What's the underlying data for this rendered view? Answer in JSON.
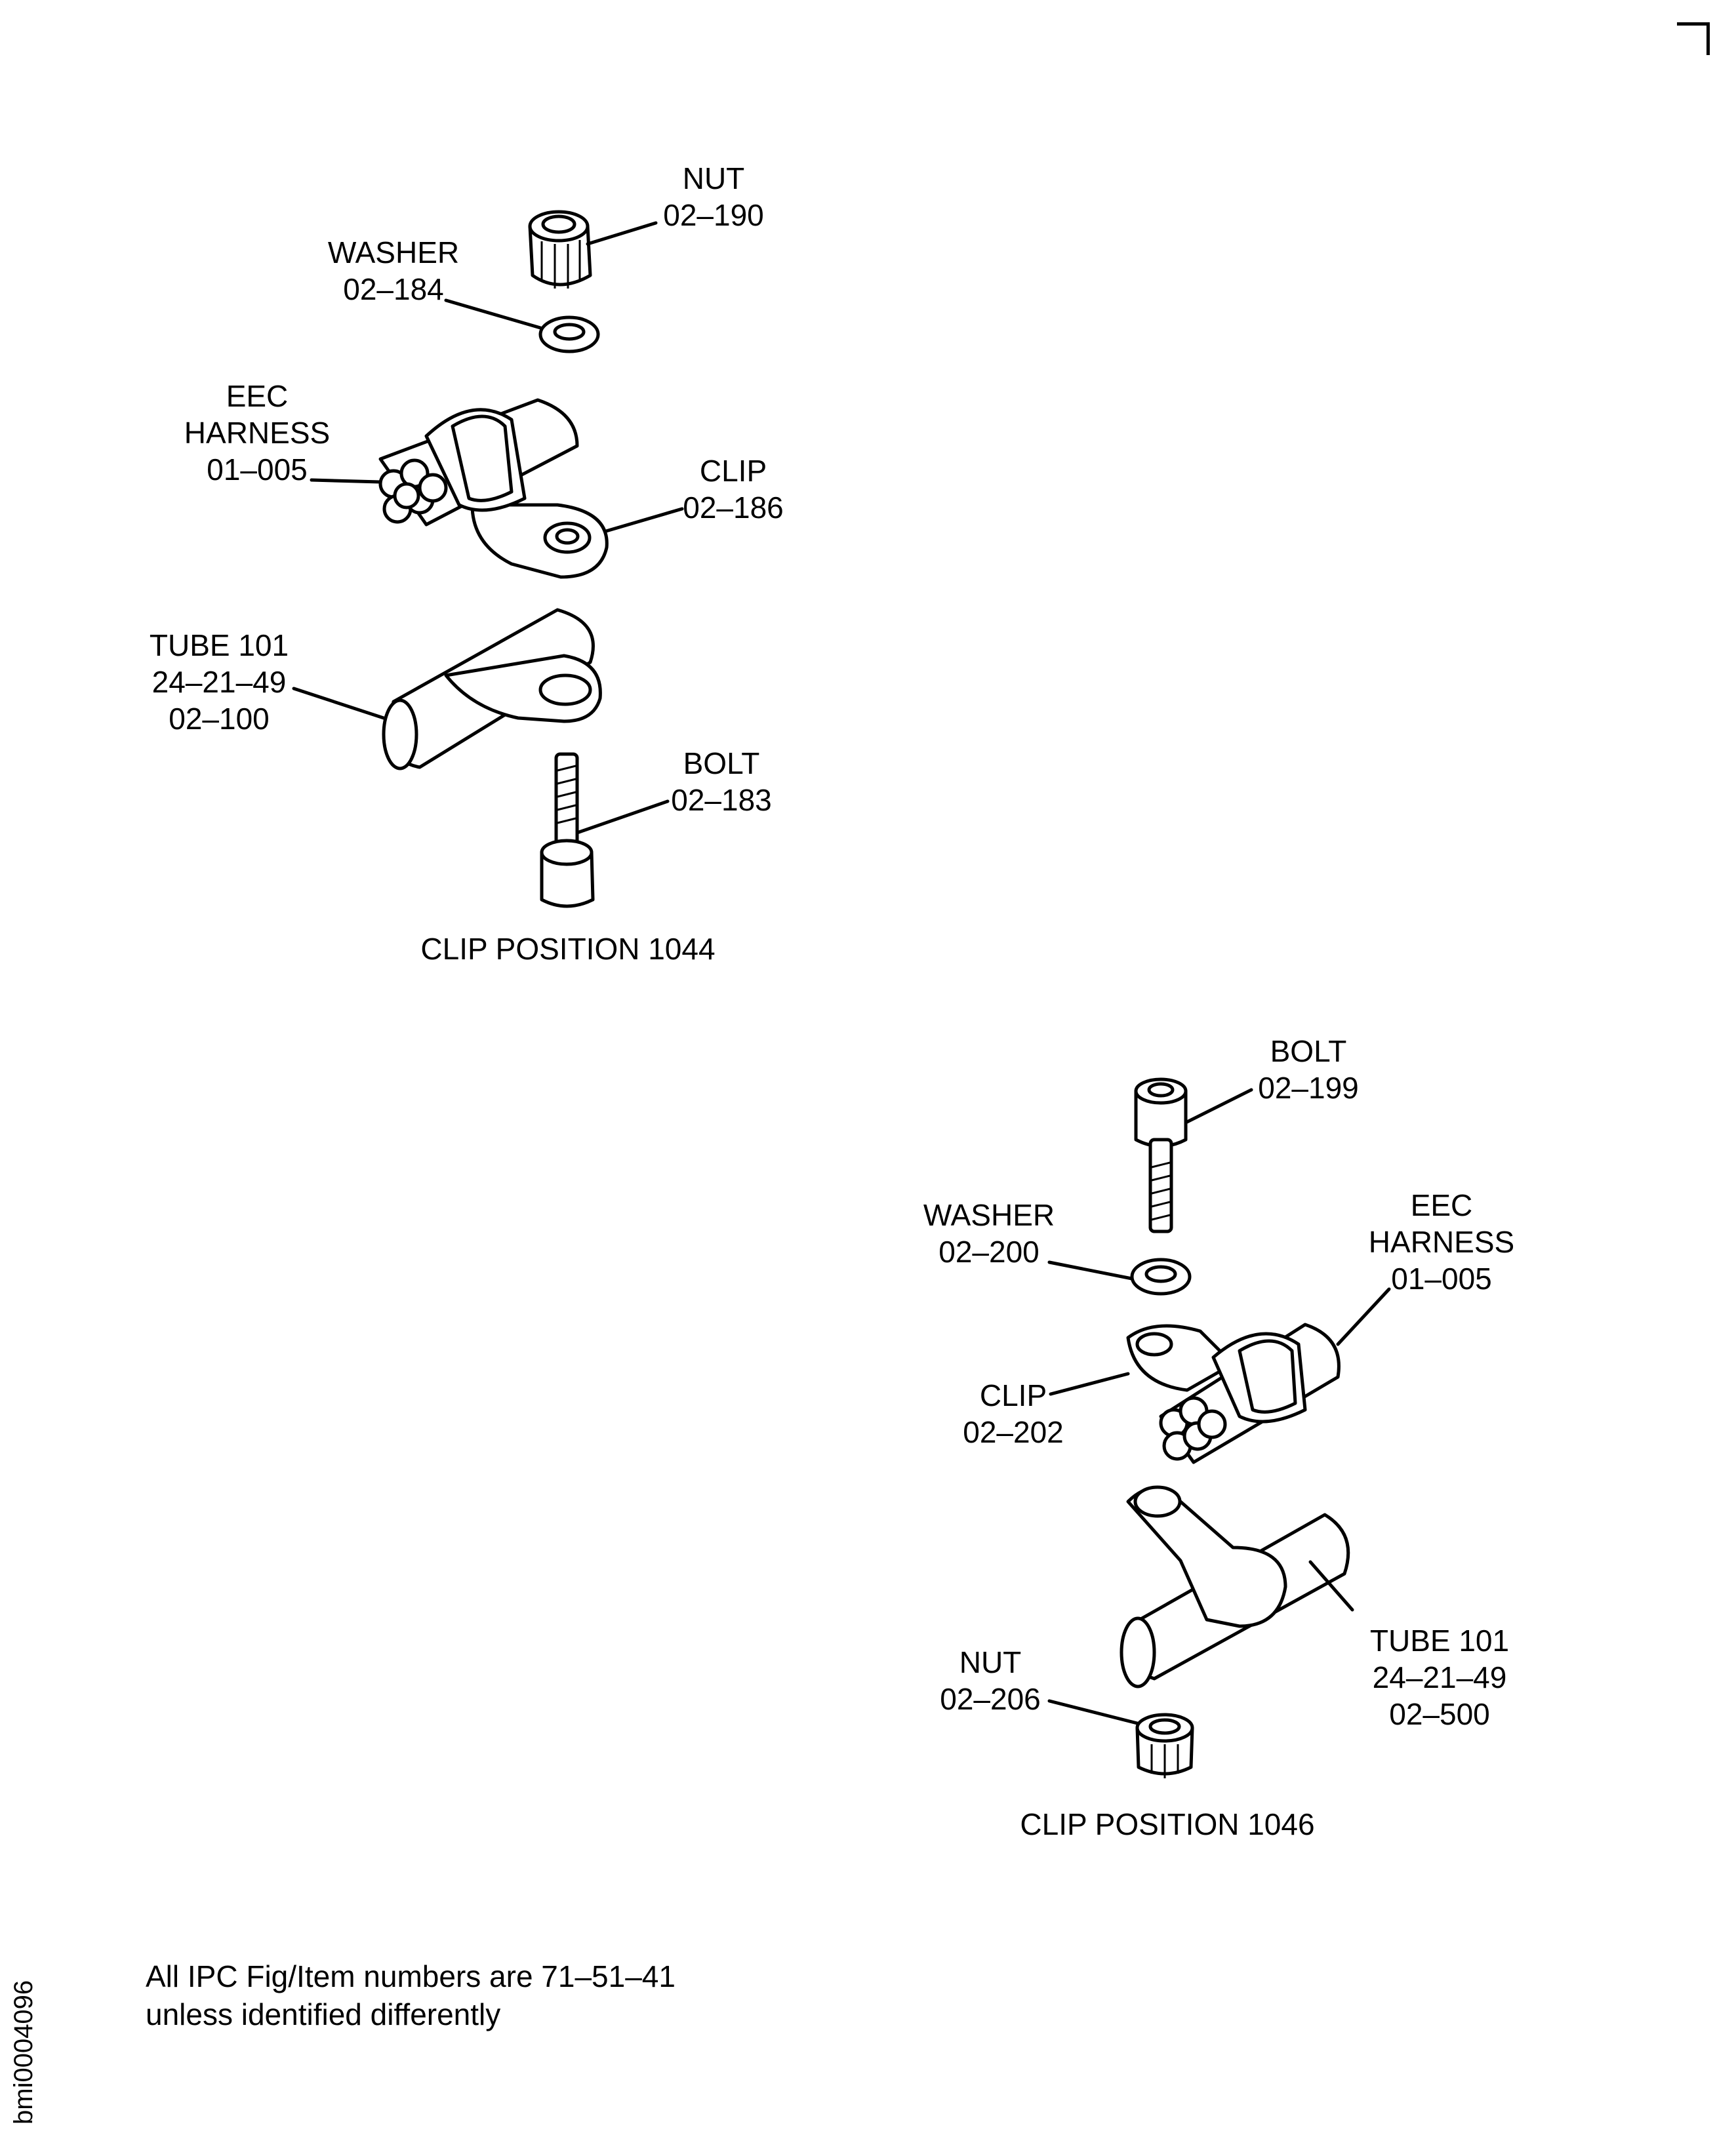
{
  "figure_id": "bmi0004096",
  "note": {
    "line1": "All IPC Fig/Item numbers are 71–51–41",
    "line2": "unless identified differently"
  },
  "position_1044": {
    "caption": "CLIP POSITION 1044",
    "nut": {
      "name": "NUT",
      "number": "02–190"
    },
    "washer": {
      "name": "WASHER",
      "number": "02–184"
    },
    "harness": {
      "name1": "EEC",
      "name2": "HARNESS",
      "number": "01–005"
    },
    "clip": {
      "name": "CLIP",
      "number": "02–186"
    },
    "tube": {
      "name": "TUBE 101",
      "ref": "24–21–49",
      "number": "02–100"
    },
    "bolt": {
      "name": "BOLT",
      "number": "02–183"
    }
  },
  "position_1046": {
    "caption": "CLIP POSITION 1046",
    "bolt": {
      "name": "BOLT",
      "number": "02–199"
    },
    "washer": {
      "name": "WASHER",
      "number": "02–200"
    },
    "harness": {
      "name1": "EEC",
      "name2": "HARNESS",
      "number": "01–005"
    },
    "clip": {
      "name": "CLIP",
      "number": "02–202"
    },
    "tube": {
      "name": "TUBE 101",
      "ref": "24–21–49",
      "number": "02–500"
    },
    "nut": {
      "name": "NUT",
      "number": "02–206"
    }
  }
}
